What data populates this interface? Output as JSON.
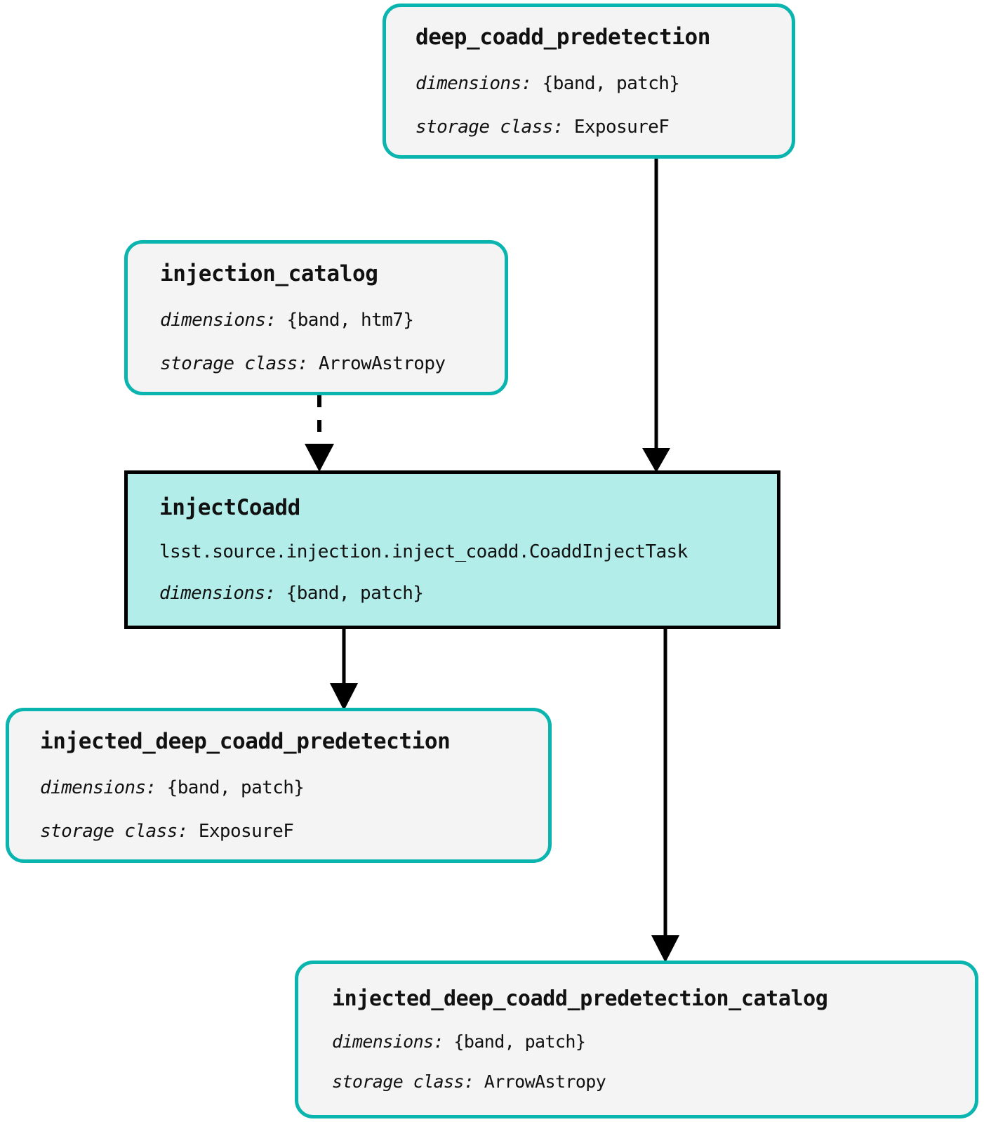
{
  "diagram": {
    "type": "pipeline-dag",
    "colors": {
      "dataset_border": "#0ab5b0",
      "dataset_fill": "#f4f4f4",
      "task_border": "#000000",
      "task_fill": "#b2edea",
      "edge": "#000000",
      "text": "#111111",
      "background": "#ffffff"
    }
  },
  "nodes": {
    "deep_coadd_predetection": {
      "title": "deep_coadd_predetection",
      "kind": "dataset",
      "dimensions_label": "dimensions:",
      "dimensions_value": "{band, patch}",
      "storage_label": "storage class:",
      "storage_value": "ExposureF"
    },
    "injection_catalog": {
      "title": "injection_catalog",
      "kind": "dataset",
      "dimensions_label": "dimensions:",
      "dimensions_value": "{band, htm7}",
      "storage_label": "storage class:",
      "storage_value": "ArrowAstropy"
    },
    "injectCoadd": {
      "title": "injectCoadd",
      "kind": "task",
      "task_class": "lsst.source.injection.inject_coadd.CoaddInjectTask",
      "dimensions_label": "dimensions:",
      "dimensions_value": "{band, patch}"
    },
    "injected_deep_coadd_predetection": {
      "title": "injected_deep_coadd_predetection",
      "kind": "dataset",
      "dimensions_label": "dimensions:",
      "dimensions_value": "{band, patch}",
      "storage_label": "storage class:",
      "storage_value": "ExposureF"
    },
    "injected_deep_coadd_predetection_catalog": {
      "title": "injected_deep_coadd_predetection_catalog",
      "kind": "dataset",
      "dimensions_label": "dimensions:",
      "dimensions_value": "{band, patch}",
      "storage_label": "storage class:",
      "storage_value": "ArrowAstropy"
    }
  },
  "edges": [
    {
      "from": "deep_coadd_predetection",
      "to": "injectCoadd",
      "style": "solid"
    },
    {
      "from": "injection_catalog",
      "to": "injectCoadd",
      "style": "dashed"
    },
    {
      "from": "injectCoadd",
      "to": "injected_deep_coadd_predetection",
      "style": "solid"
    },
    {
      "from": "injectCoadd",
      "to": "injected_deep_coadd_predetection_catalog",
      "style": "solid"
    }
  ]
}
